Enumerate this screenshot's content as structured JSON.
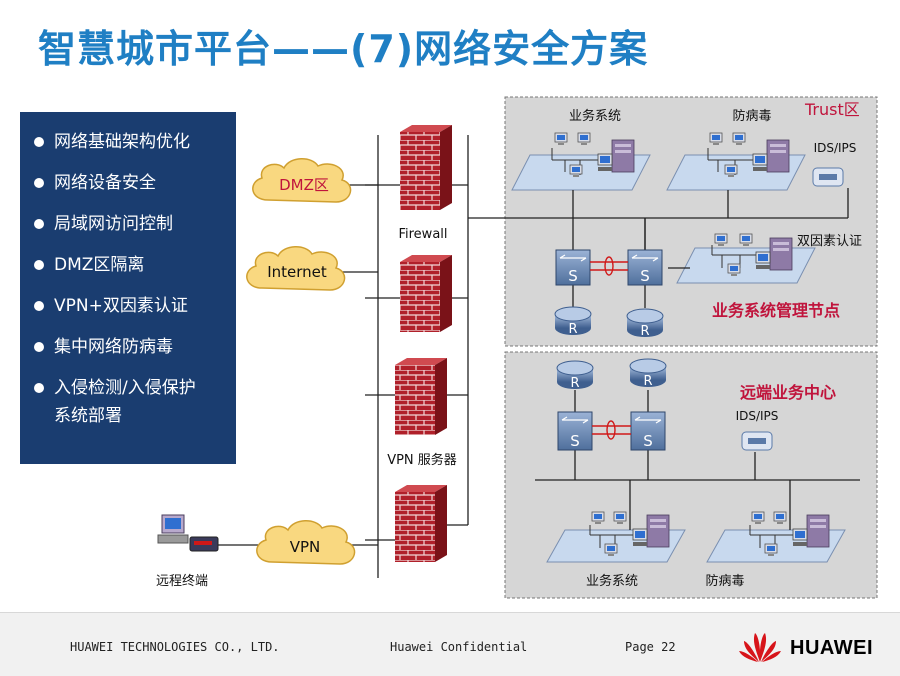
{
  "title": "智慧城市平台——(7)网络安全方案",
  "bullets": [
    "网络基础架构优化",
    "网络设备安全",
    "局域网访问控制",
    "DMZ区隔离",
    "VPN+双因素认证",
    "集中网络防病毒",
    "入侵检测/入侵保护",
    "系统部署"
  ],
  "diagram": {
    "trust_zone": "Trust区",
    "business_system": "业务系统",
    "antivirus": "防病毒",
    "ids_ips": "IDS/IPS",
    "two_factor": "双因素认证",
    "mgmt_node": "业务系统管理节点",
    "remote_center": "远端业务中心",
    "dmz": "DMZ区",
    "internet": "Internet",
    "vpn": "VPN",
    "firewall": "Firewall",
    "vpn_server": "VPN 服务器",
    "remote_terminal": "远程终端",
    "switch_letter": "S",
    "router_letter": "R",
    "bottom_business": "业务系统",
    "bottom_antivirus": "防病毒"
  },
  "footer": {
    "company": "HUAWEI TECHNOLOGIES CO., LTD.",
    "confidential": "Huawei Confidential",
    "page": "Page 22",
    "brand": "HUAWEI"
  },
  "colors": {
    "title": "#1f7fc4",
    "bullet_bg": "#1a3d70",
    "firewall": "#b0202a",
    "label_red": "#c0143c",
    "switch": "#5b7aa8"
  }
}
